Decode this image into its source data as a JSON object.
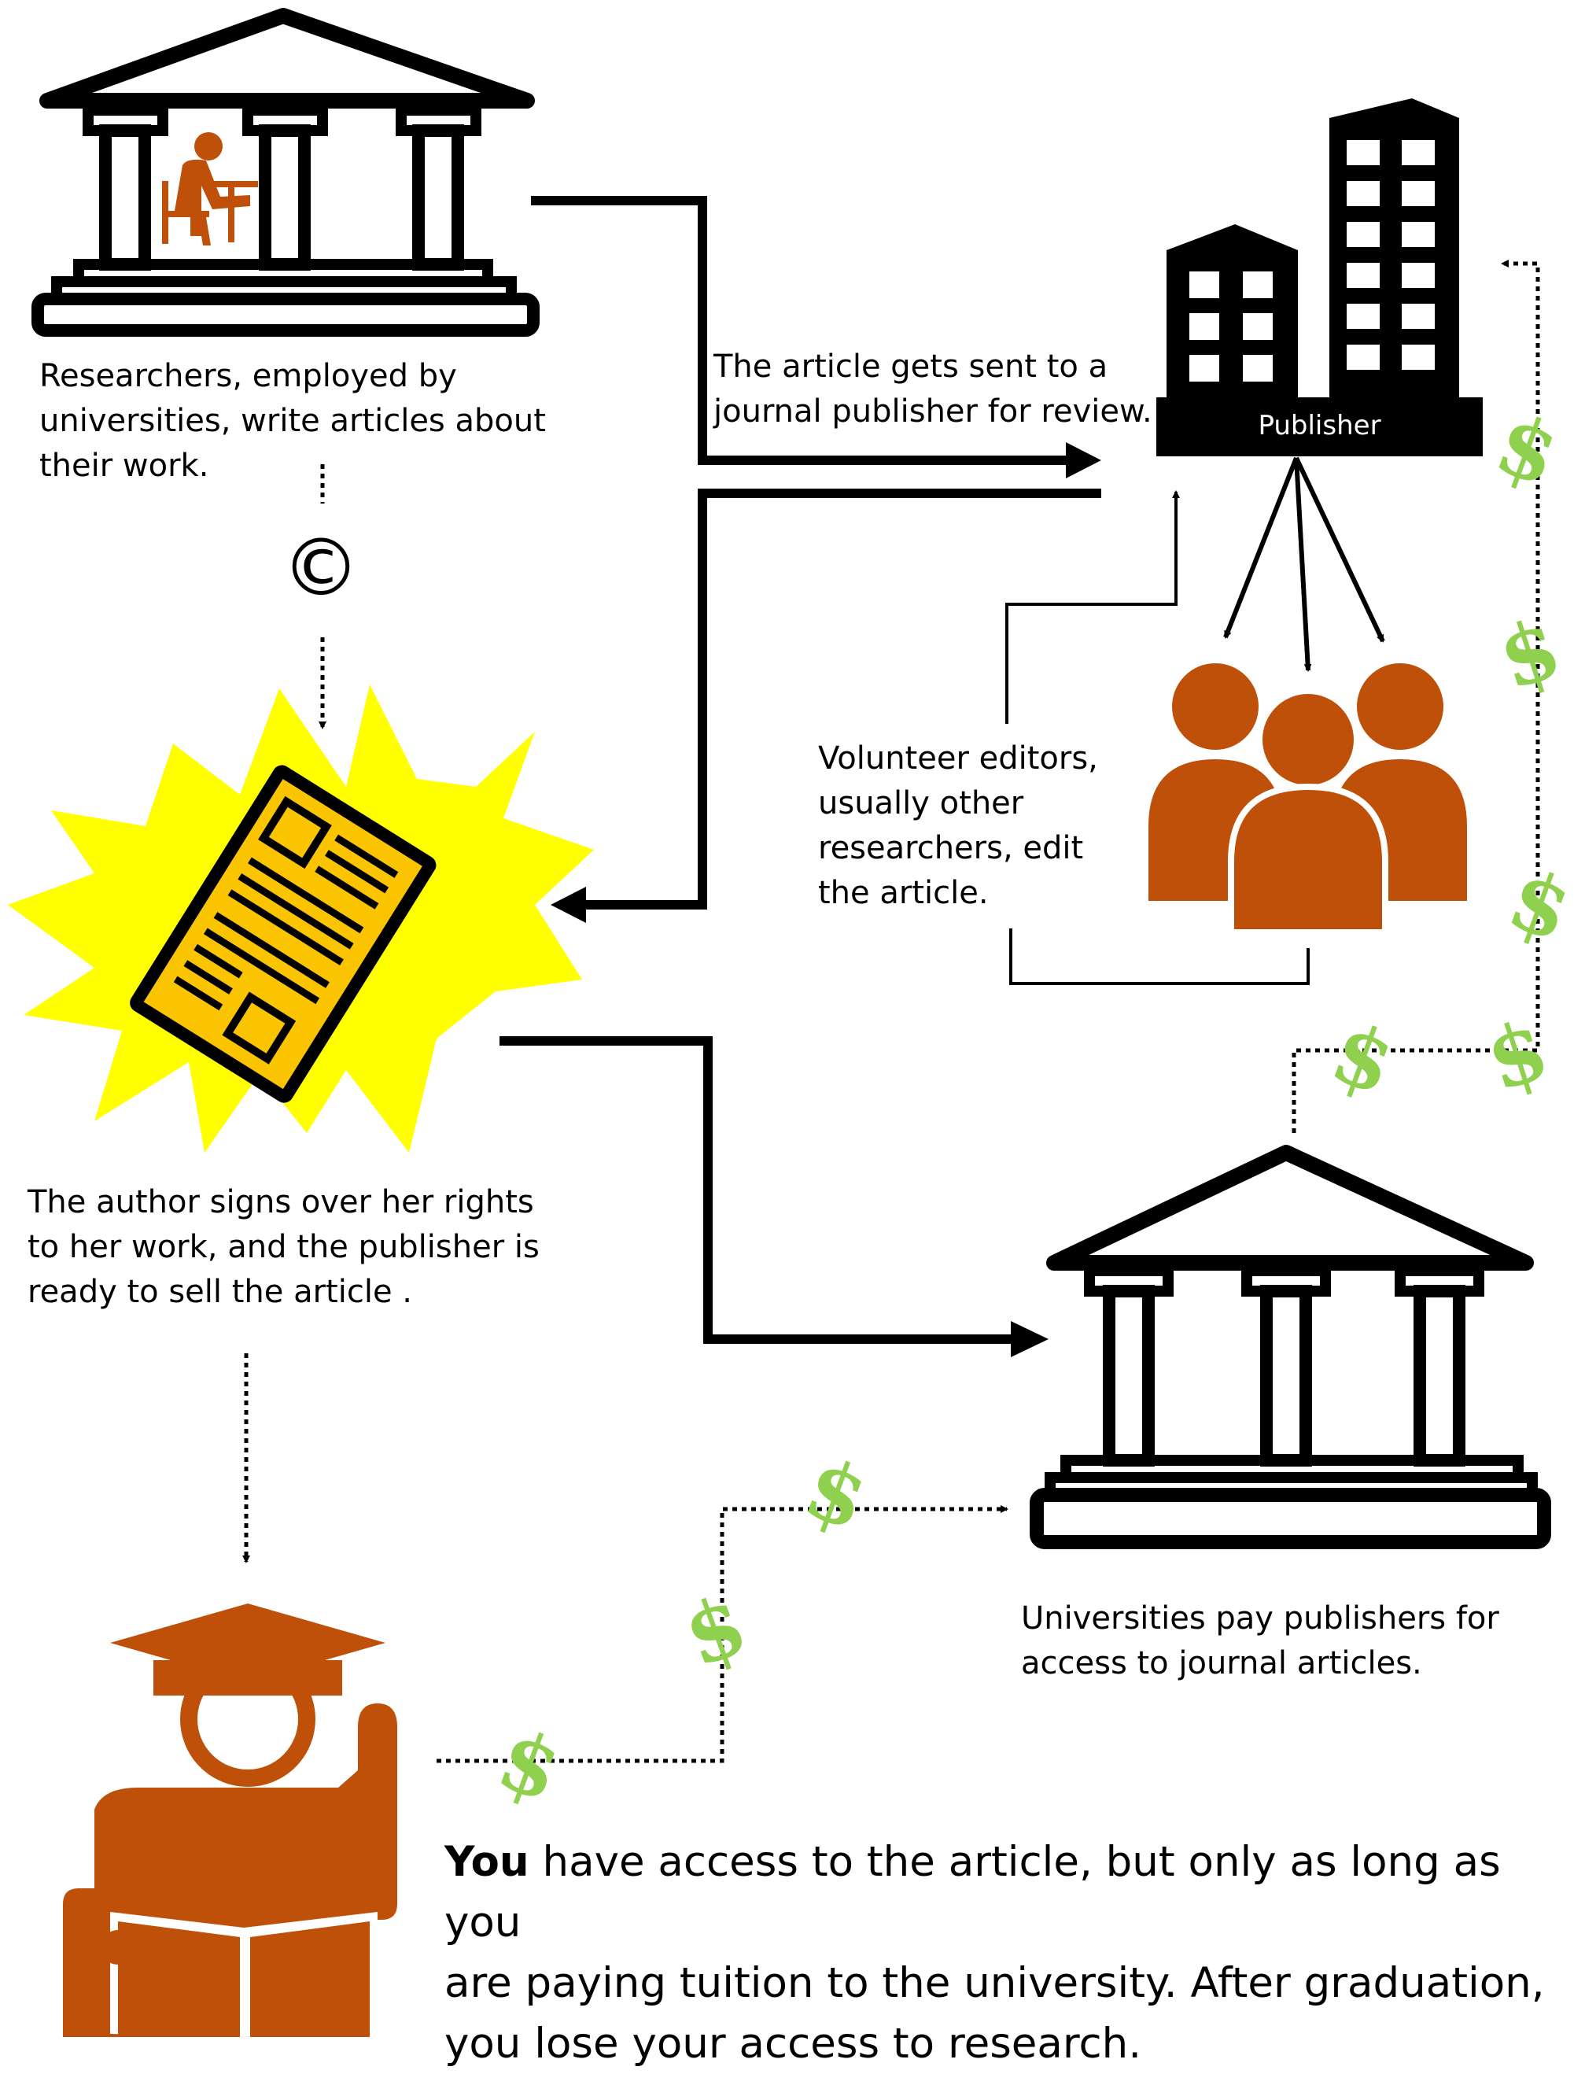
{
  "publisher": {
    "label": "Publisher"
  },
  "steps": {
    "researchers": "Researchers, employed by\nuniversities, write articles about\ntheir work.",
    "sent_for_review": "The article gets sent to a\njournal publisher for review.",
    "editors": "Volunteer editors,\nusually other\nresearchers, edit\nthe article.",
    "rights": "The author signs over her rights\nto her work, and the publisher is\nready to sell the article .",
    "universities_pay": "Universities pay publishers for\naccess to journal articles.",
    "you_bold": "You",
    "you_rest": " have access to the article, but only as long as you\nare paying tuition to the university. After graduation,\nyou lose your access to research."
  },
  "symbols": {
    "copyright": "©",
    "dollar": "$"
  },
  "colors": {
    "orange": "#bf5009",
    "green": "#8fd14f",
    "burst": "#ffff00",
    "black": "#000000"
  },
  "icons": [
    "university-icon",
    "researcher-icon",
    "publisher-building-icon",
    "editors-group-icon",
    "article-burst-icon",
    "graduate-student-icon",
    "dollar-icon",
    "copyright-icon"
  ]
}
